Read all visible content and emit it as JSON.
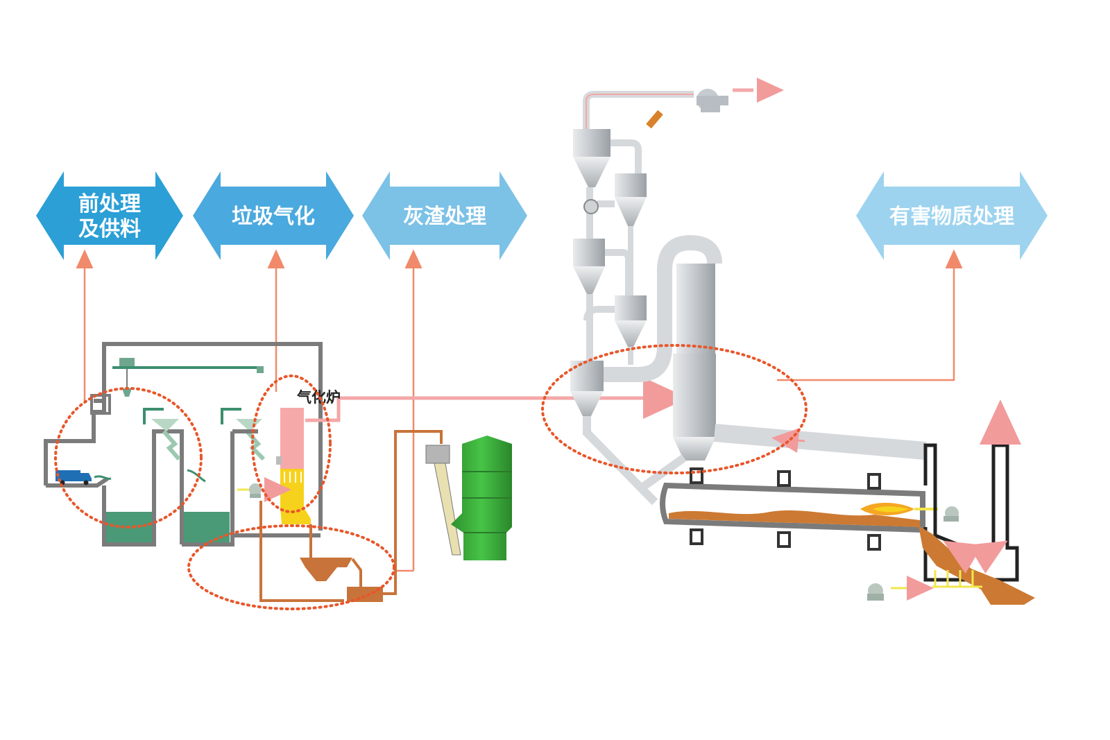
{
  "stages": [
    {
      "id": "pretreatment",
      "lines": [
        "前处理",
        "及供料"
      ],
      "fill": "#2b9fd6"
    },
    {
      "id": "gasification",
      "lines": [
        "垃圾气化"
      ],
      "fill": "#4aa9de"
    },
    {
      "id": "ash",
      "lines": [
        "灰渣处理"
      ],
      "fill": "#7cc1e6"
    },
    {
      "id": "hazardous",
      "lines": [
        "有害物质处理"
      ],
      "fill": "#9dd3ef"
    }
  ],
  "labels": {
    "gasifier": "气化炉"
  },
  "colors": {
    "arrow_line": "#f08a6a",
    "dotted_region": "#e8562a",
    "gas_pipe": "#f4a7a7",
    "equipment_frame": "#7b7b7b",
    "leachate": "#4a9a78",
    "gasifier_upper": "#f6a9a9",
    "gasifier_lower": "#f7d21c",
    "ash_conveyor": "#c8733a",
    "mill": "#3fae3f",
    "truck": "#1f6fb5",
    "kiln_material": "#cc7a33",
    "flame": "#f5a623",
    "steel_pipe": "#cfd3d6",
    "air_line": "#f2e64d"
  }
}
